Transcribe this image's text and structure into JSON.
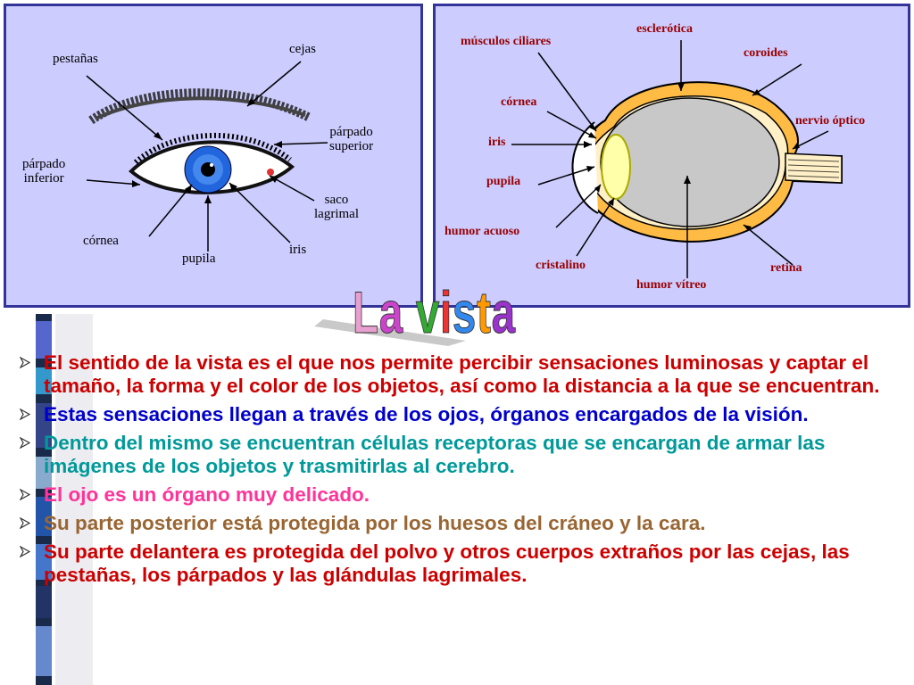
{
  "left_diagram": {
    "labels": {
      "pestanas": "pestañas",
      "cejas": "cejas",
      "parpado_superior_1": "párpado",
      "parpado_superior_2": "superior",
      "parpado_inferior_1": "párpado",
      "parpado_inferior_2": "inferior",
      "saco_lagrimal_1": "saco",
      "saco_lagrimal_2": "lagrimal",
      "cornea": "córnea",
      "pupila": "pupila",
      "iris": "iris"
    }
  },
  "right_diagram": {
    "labels": {
      "musculos_ciliares": "músculos ciliares",
      "esclerotica": "esclerótica",
      "coroides": "coroides",
      "cornea": "córnea",
      "nervio_optico": "nervio óptico",
      "iris": "iris",
      "pupila": "pupila",
      "humor_acuoso": "humor acuoso",
      "cristalino": "cristalino",
      "retina": "retina",
      "humor_vitreo": "humor vítreo"
    }
  },
  "title": {
    "letters": [
      "L",
      "a",
      " ",
      "v",
      "i",
      "s",
      "t",
      "a"
    ],
    "colors": [
      "#e8a0d0",
      "#cc44cc",
      "",
      "#33aa33",
      "#ee3333",
      "#3388ee",
      "#ff9900",
      "#9933cc"
    ]
  },
  "bullets": [
    {
      "text": "El sentido de la vista es el que nos permite percibir sensaciones luminosas y captar el tamaño, la forma y el color de los objetos, así como la distancia a la que se encuentran.",
      "color": "#cc0000"
    },
    {
      "text": "Estas sensaciones llegan a través de los ojos, órganos encargados de la visión.",
      "color": "#0000cc"
    },
    {
      "text": " Dentro del mismo se encuentran células receptoras que se encargan de armar las imágenes de los objetos y trasmitirlas al cerebro.",
      "color": "#009999"
    },
    {
      "text": "El ojo es un órgano muy delicado.",
      "color": "#ff3399"
    },
    {
      "text": "Su parte posterior está protegida por los huesos del cráneo y la cara.",
      "color": "#996633"
    },
    {
      "text": "Su parte delantera es protegida del polvo y otros cuerpos extraños por las cejas, las pestañas, los párpados y las glándulas lagrimales.",
      "color": "#cc0000"
    }
  ]
}
